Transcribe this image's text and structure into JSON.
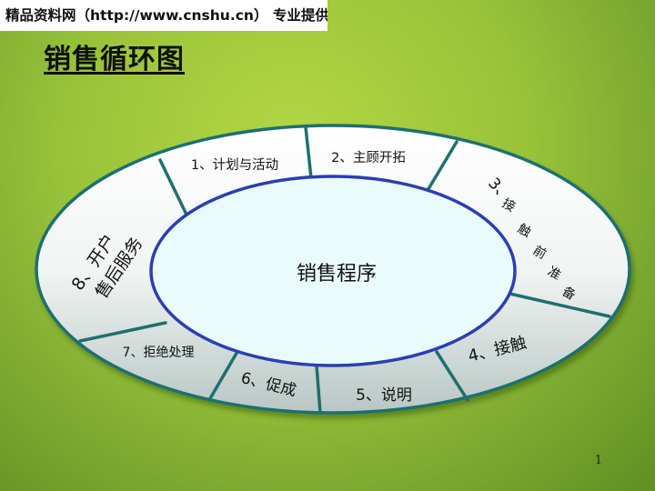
{
  "watermark": "精品资料网（http://www.cnshu.cn） 专业提供企管培训资料",
  "title": "销售循环图",
  "center_label": "销售程序",
  "stages": {
    "s1": "1、计划与活动",
    "s2": "2、主顾开拓",
    "s3_num": "3、",
    "s3_c1": "接",
    "s3_c2": "触",
    "s3_c3": "前",
    "s3_c4": "准",
    "s3_c5": "备",
    "s4": "4、接触",
    "s5": "5、说明",
    "s6": "6、促成",
    "s7": "7、拒绝处理",
    "s8_line1": "8、开户",
    "s8_line2": "售后服务"
  },
  "page_number": "1",
  "colors": {
    "ring_stroke": "#1f6f6f",
    "inner_fill": "#e9fbfb",
    "inner_stroke": "#2a3fb0"
  }
}
